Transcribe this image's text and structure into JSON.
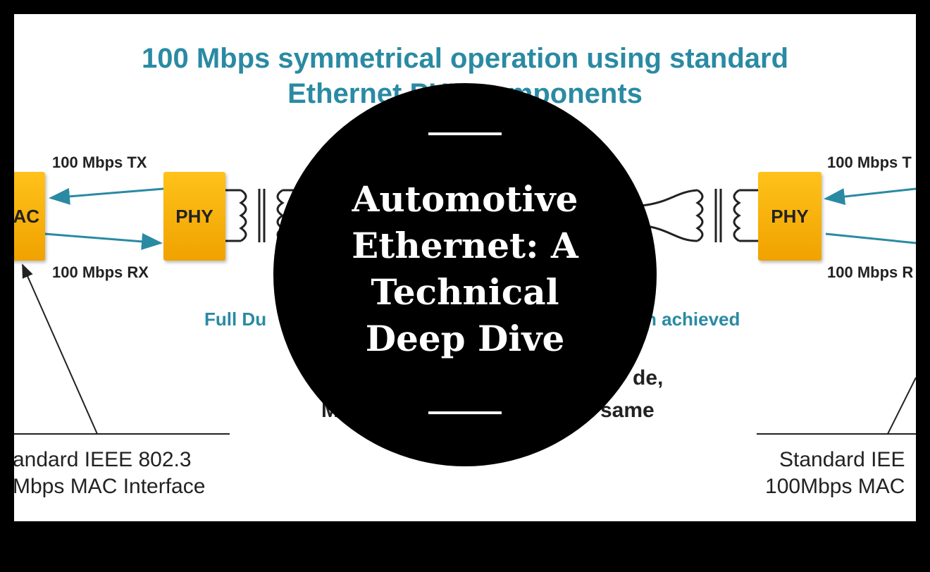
{
  "slide": {
    "title_lines": [
      "100 Mbps symmetrical operation using standard",
      "Ethernet PHY components"
    ],
    "left": {
      "mac_label": "AC",
      "phy_label": "PHY",
      "tx_label": "100 Mbps TX",
      "rx_label": "100 Mbps RX",
      "caption_lines": [
        "andard IEEE 802.3",
        "Mbps MAC Interface"
      ]
    },
    "right": {
      "phy_label": "PHY",
      "tx_label": "100 Mbps T",
      "rx_label": "100 Mbps R",
      "caption_lines": [
        "Standard IEE",
        "100Mbps MAC"
      ]
    },
    "duplex_left": "Full Du",
    "duplex_right": "n achieved",
    "body_line1_right": "de,",
    "body_line2_left": "M",
    "body_line2_right": "same"
  },
  "overlay": {
    "title_lines": [
      "Automotive",
      "Ethernet: A",
      "Technical",
      "Deep Dive"
    ]
  },
  "colors": {
    "accent_teal": "#2a8aa3",
    "block_orange": "#f5b400",
    "overlay_black": "#000000"
  }
}
